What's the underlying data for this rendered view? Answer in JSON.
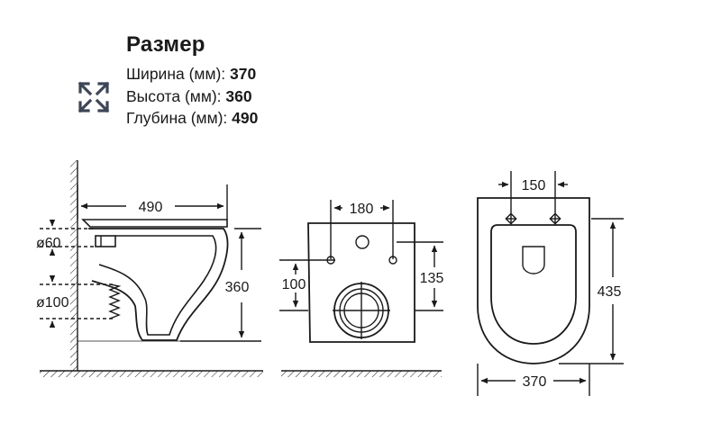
{
  "header": {
    "title": "Размер",
    "specs": [
      {
        "label": "Ширина (мм): ",
        "value": "370"
      },
      {
        "label": "Высота (мм): ",
        "value": "360"
      },
      {
        "label": "Глубина (мм): ",
        "value": "490"
      }
    ]
  },
  "icons": {
    "expand": "expand-arrows-icon"
  },
  "colors": {
    "icon": "#3d4656",
    "line": "#1a1a1a"
  },
  "dimensions": {
    "side": {
      "depth": "490",
      "height": "360",
      "pipe_top": "ø60",
      "pipe_drain": "ø100"
    },
    "back": {
      "width": "180",
      "height_left": "100",
      "height_right": "135"
    },
    "top": {
      "width_top": "150",
      "depth": "435",
      "width": "370"
    }
  }
}
